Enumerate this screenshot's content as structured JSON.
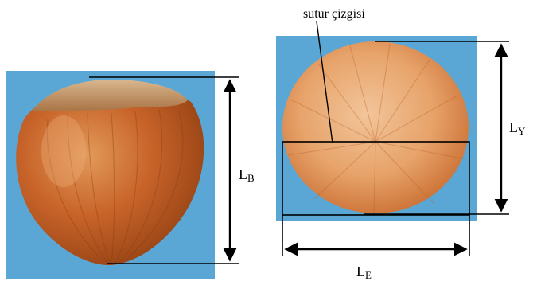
{
  "labels": {
    "suture": "sutur çizgisi",
    "length": {
      "main": "L",
      "sub": "B"
    },
    "height": {
      "main": "L",
      "sub": "Y"
    },
    "width": {
      "main": "L",
      "sub": "E"
    }
  },
  "colors": {
    "background": "#5aa7d6",
    "shell": "#b8541c",
    "shell_light": "#d98a4a",
    "cap": "#c79a6c",
    "line": "#000000"
  }
}
